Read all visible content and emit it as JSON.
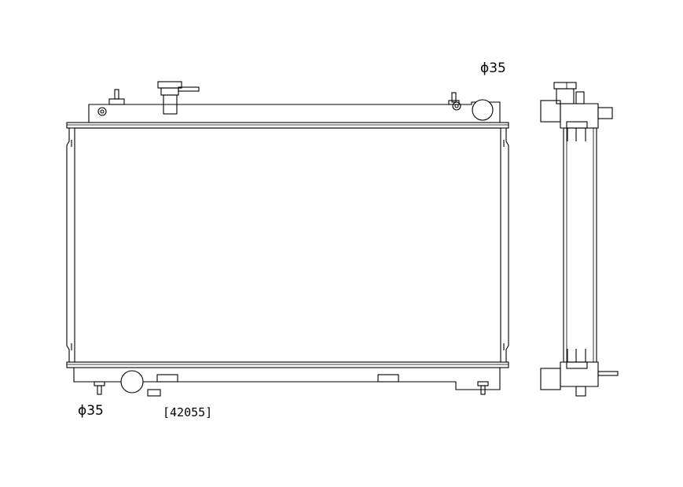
{
  "labels": {
    "inlet_dim": "ϕ35",
    "outlet_dim": "ϕ35",
    "part_number": "[42055]"
  }
}
